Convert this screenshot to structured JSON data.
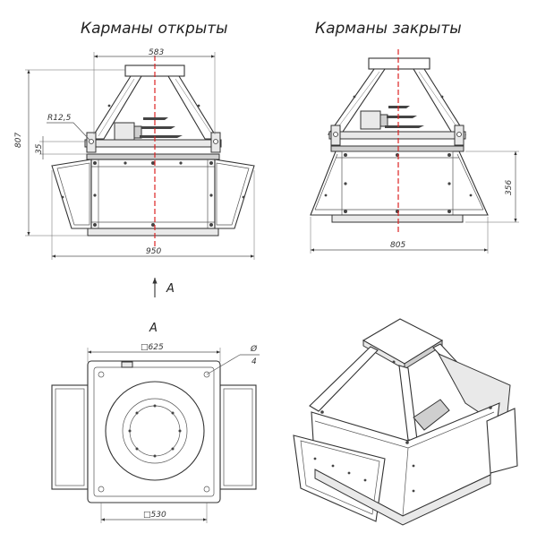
{
  "titles": {
    "open": "Карманы открыты",
    "closed": "Карманы закрыты"
  },
  "dimensions": {
    "open_top_width": "583",
    "open_height": "807",
    "radius": "R12,5",
    "offset": "35",
    "open_total_width": "950",
    "closed_width": "805",
    "closed_height": "356",
    "square_outer": "□625",
    "square_inner": "□530",
    "hole_diameter": "Ø",
    "hole_count": "4"
  },
  "view": {
    "arrow_label": "A",
    "section_label": "A"
  },
  "colors": {
    "line": "#333333",
    "axis": "#dd2222"
  }
}
